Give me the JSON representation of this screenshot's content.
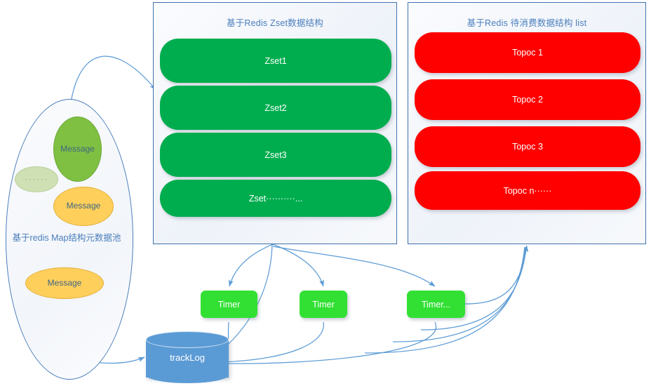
{
  "diagram": {
    "title": "Redis based delay queue architecture",
    "colors": {
      "panel_border": "#3f72ab",
      "panel_title_text": "#4a7ebb",
      "zset_pill": "#00ad4e",
      "topic_pill": "#fe0000",
      "timer_box": "#32e034",
      "cylinder": "#5b9bd5",
      "arrow": "#5b9bd5",
      "message_green": "#7fc042",
      "message_amber": "#ffcf5c",
      "message_pale": "#cfe0b4"
    }
  },
  "zset_panel": {
    "title": "基于Redis Zset数据结构",
    "rows": [
      {
        "label": "Zset1"
      },
      {
        "label": "Zset2"
      },
      {
        "label": "Zset3"
      },
      {
        "label": "Zset··········..."
      }
    ]
  },
  "topic_panel": {
    "title": "基于Redis 待消费数据结构 list",
    "rows": [
      {
        "label": "Topoc 1"
      },
      {
        "label": "Topoc 2"
      },
      {
        "label": "Topoc 3"
      },
      {
        "label": "Topoc n······"
      }
    ]
  },
  "metadata_pool": {
    "label": "基于redis Map结构元数据池",
    "nodes": [
      {
        "label": "Message",
        "kind": "green-msg"
      },
      {
        "label": "······",
        "kind": "pale"
      },
      {
        "label": "Message",
        "kind": "amber"
      },
      {
        "label": "Message",
        "kind": "amber"
      }
    ]
  },
  "timers": [
    {
      "label": "Timer"
    },
    {
      "label": "Timer"
    },
    {
      "label": "Timer..."
    }
  ],
  "store": {
    "label": "trackLog"
  }
}
